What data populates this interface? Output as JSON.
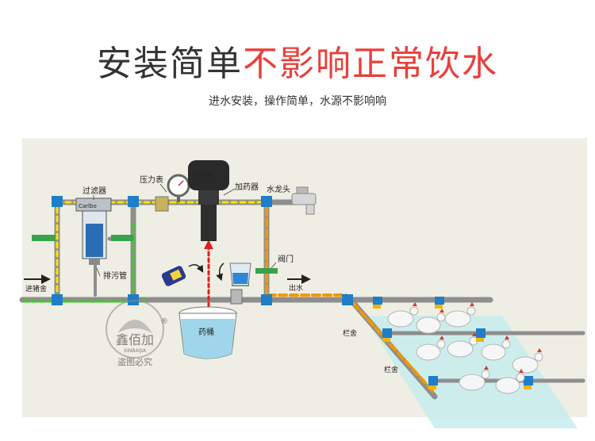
{
  "header": {
    "title_black": "安装简单",
    "title_red": "不影响正常饮水",
    "subtitle": "进水安装，操作简单，水源不影响响"
  },
  "labels": {
    "filter": "过滤器",
    "pressure_gauge": "压力表",
    "doser": "加药器",
    "faucet": "水龙头",
    "valve": "阀门",
    "inlet": "进猪舍",
    "drain": "排污管",
    "outlet": "出水",
    "bucket": "药桶",
    "pen_1": "栏舍",
    "pen_2": "栏舍"
  },
  "brand": {
    "doser_logo": "Carlbo",
    "filter_logo": "Carlbo",
    "watermark_main": "鑫佰加",
    "watermark_pinyin": "XINBAIJIA",
    "watermark_note": "盗图必究",
    "registered": "®"
  },
  "colors": {
    "title_black": "#333333",
    "title_red": "#e8403a",
    "panel_bg": "#efeee4",
    "pipe": "#8e8e8e",
    "water_flow": "#ffe100",
    "inlet_flow": "#39d21c",
    "outlet_flow": "#f39800",
    "medicine_flow": "#e0201c",
    "fitting": "#1e7ec8",
    "water_tank": "#c7ecef"
  },
  "icons": [
    "flow-arrow-icon",
    "chicken-icon",
    "medicine-bottle-icon",
    "measuring-cup-icon",
    "watermark-logo-icon"
  ]
}
